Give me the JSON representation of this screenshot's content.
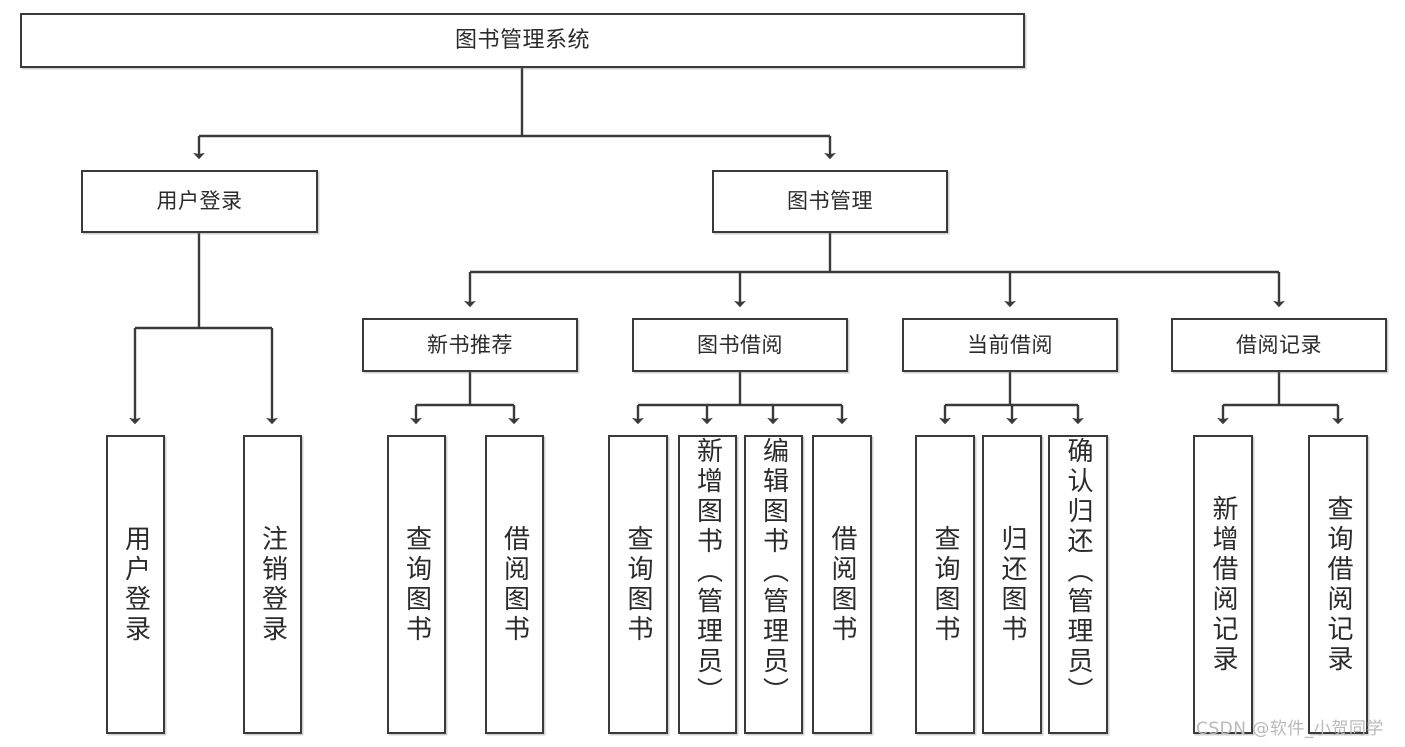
{
  "diagram": {
    "title": "图书管理系统",
    "type": "tree-hierarchy-chart",
    "watermark": "CSDN @软件_小贺同学",
    "colors": {
      "stroke": "#3a3a3a",
      "fill": "#ffffff",
      "text": "#2b2b2b",
      "watermark": "#b9b9b9",
      "background": "#ffffff"
    },
    "levels": {
      "root": {
        "label": "图书管理系统"
      },
      "level2": [
        {
          "id": "user-login",
          "label": "用户登录"
        },
        {
          "id": "book-manage",
          "label": "图书管理"
        }
      ],
      "level3": [
        {
          "id": "new-book-recommend",
          "label": "新书推荐",
          "parent": "book-manage"
        },
        {
          "id": "book-borrow",
          "label": "图书借阅",
          "parent": "book-manage"
        },
        {
          "id": "current-borrow",
          "label": "当前借阅",
          "parent": "book-manage"
        },
        {
          "id": "borrow-record",
          "label": "借阅记录",
          "parent": "book-manage"
        }
      ],
      "leaves": [
        {
          "id": "leaf-user-login",
          "label": "用户登录",
          "parent": "user-login"
        },
        {
          "id": "leaf-logout-login",
          "label": "注销登录",
          "parent": "user-login"
        },
        {
          "id": "leaf-query-book-1",
          "label": "查询图书",
          "parent": "new-book-recommend"
        },
        {
          "id": "leaf-borrow-book-1",
          "label": "借阅图书",
          "parent": "new-book-recommend"
        },
        {
          "id": "leaf-query-book-2",
          "label": "查询图书",
          "parent": "book-borrow"
        },
        {
          "id": "leaf-add-book",
          "label": "新增图书（管理员）",
          "parent": "book-borrow"
        },
        {
          "id": "leaf-edit-book",
          "label": "编辑图书（管理员）",
          "parent": "book-borrow"
        },
        {
          "id": "leaf-borrow-book-2",
          "label": "借阅图书",
          "parent": "book-borrow"
        },
        {
          "id": "leaf-query-book-3",
          "label": "查询图书",
          "parent": "current-borrow"
        },
        {
          "id": "leaf-return-book",
          "label": "归还图书",
          "parent": "current-borrow"
        },
        {
          "id": "leaf-confirm-return",
          "label": "确认归还（管理员）",
          "parent": "current-borrow"
        },
        {
          "id": "leaf-add-record",
          "label": "新增借阅记录",
          "parent": "borrow-record"
        },
        {
          "id": "leaf-query-record",
          "label": "查询借阅记录",
          "parent": "borrow-record"
        }
      ]
    }
  }
}
